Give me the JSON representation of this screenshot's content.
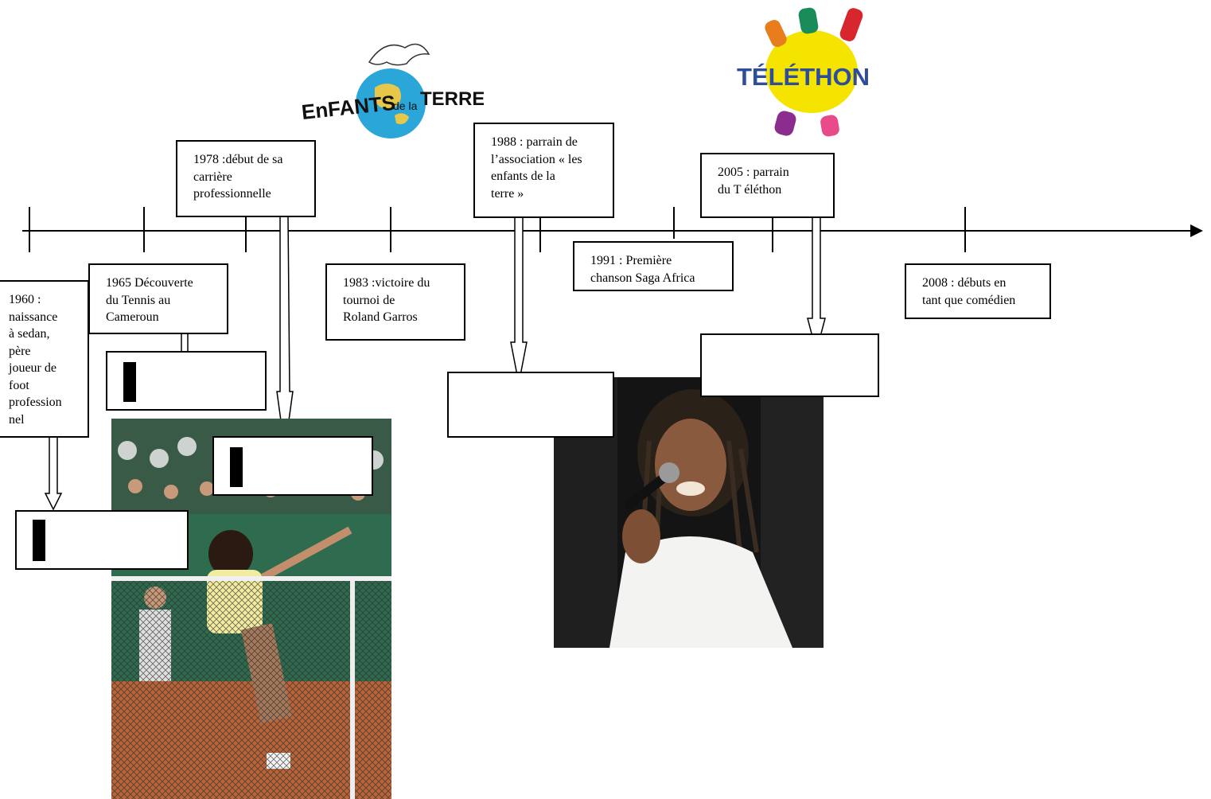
{
  "events": {
    "e1960": "1960 :\nnaissance\nà sedan,\npère\njoueur de\nfoot\nprofession\nnel",
    "e1965": "1965  Découverte\ndu Tennis au\nCameroun",
    "e1978": "1978 :début de sa\ncarrière\nprofessionnelle",
    "e1983": "1983 :victoire du\ntournoi de\nRoland Garros",
    "e1988": "1988 : parrain de\nl’association « les\nenfants de la\nterre »",
    "e1991": "1991 : Première\nchanson Saga Africa",
    "e2005": "2005 : parrain\ndu T éléthon",
    "e2008": "2008 : débuts en\ntant que comédien"
  },
  "logos": {
    "enfants": {
      "text1": "EnFANTS",
      "text2": "de la",
      "text3": "TERRE"
    },
    "telethon": {
      "text": "TÉLÉTHON",
      "text_color": "#2e4d9a",
      "accent": "#f5e400"
    }
  },
  "colors": {
    "line": "#000000",
    "box_border": "#000000"
  }
}
